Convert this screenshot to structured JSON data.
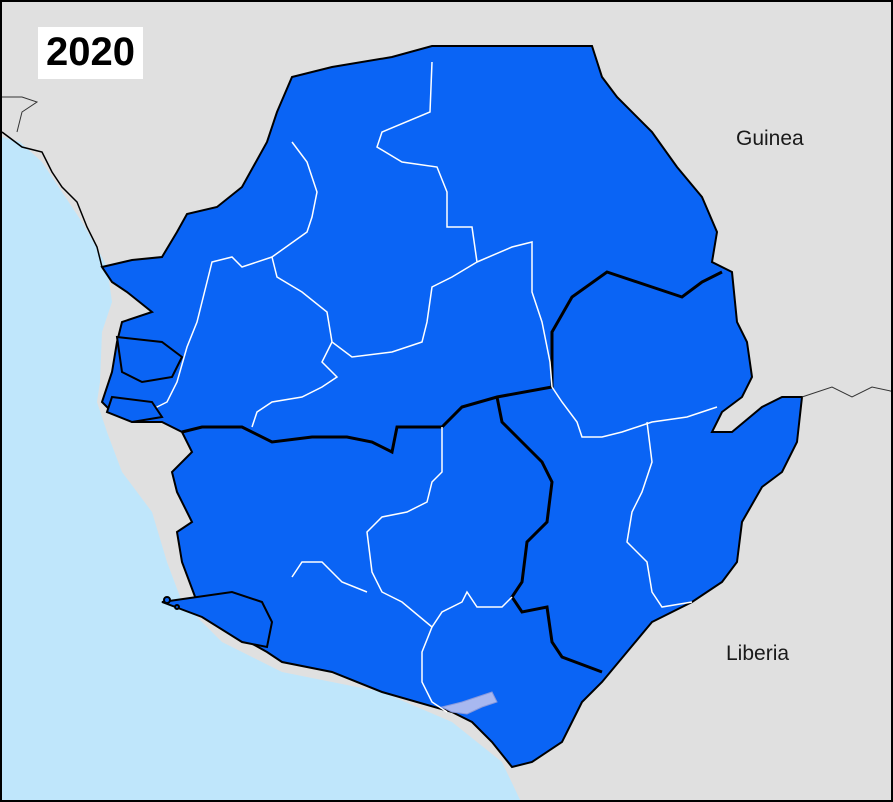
{
  "map": {
    "year": "2020",
    "country_labels": {
      "guinea": "Guinea",
      "liberia": "Liberia"
    },
    "colors": {
      "land_neighbor": "#e0e0e0",
      "ocean": "#bfe6fb",
      "sierra_leone_fill": "#0a64f5",
      "province_border": "#000000",
      "district_border": "#ffffff",
      "lake": "#a8b8f0"
    }
  }
}
